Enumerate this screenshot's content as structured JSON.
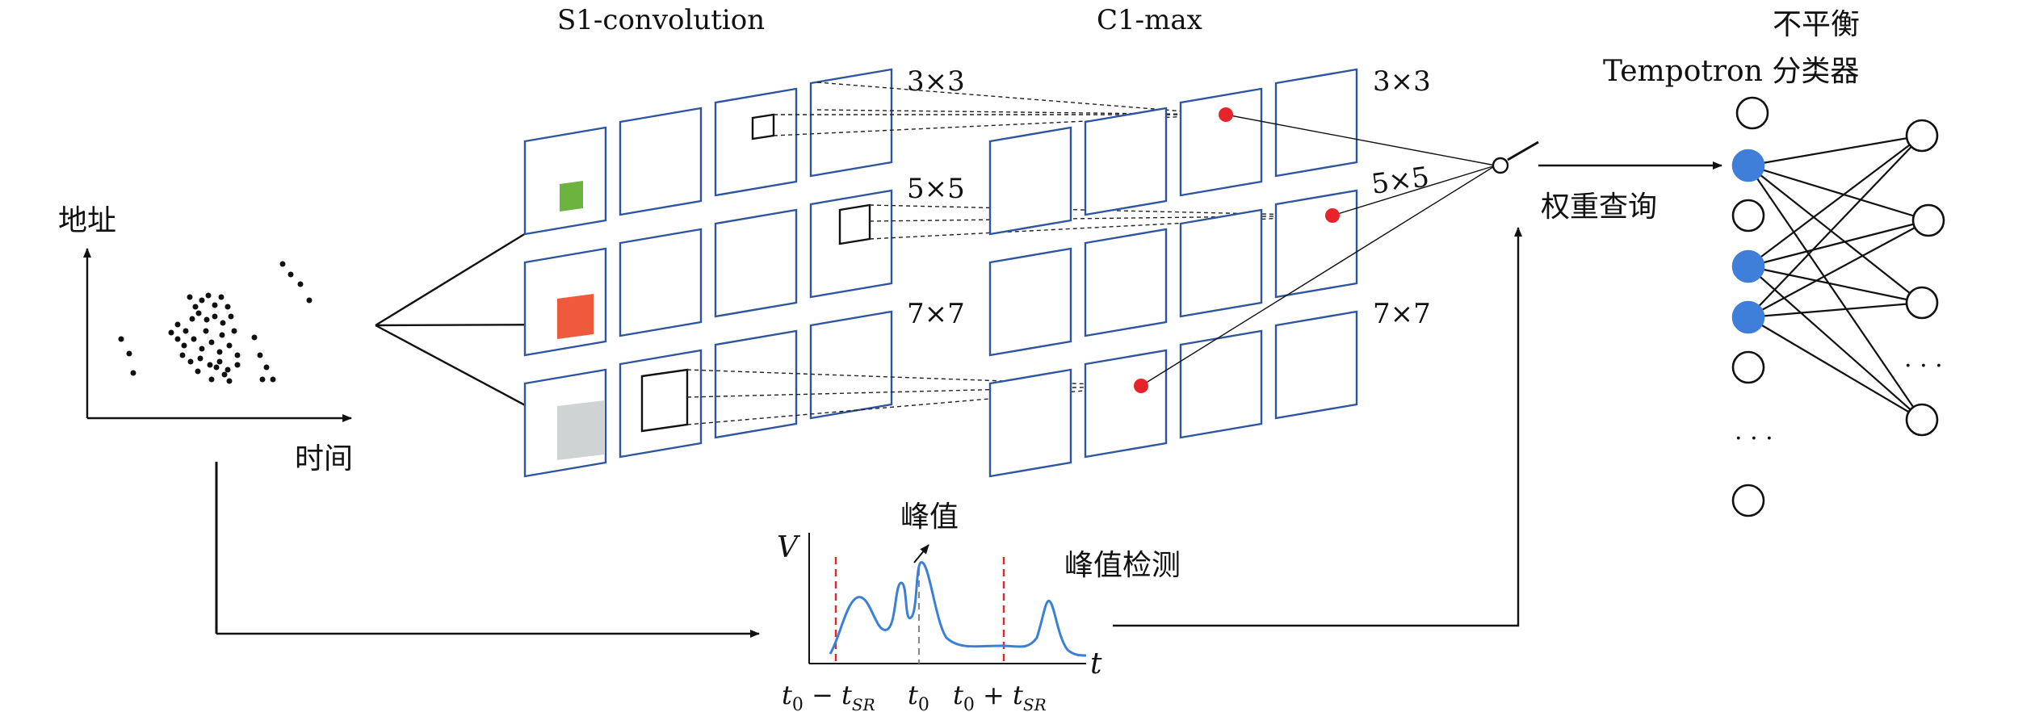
{
  "raster": {
    "y_label": "地址",
    "x_label": "时间"
  },
  "s1": {
    "title": "S1-convolution",
    "feature_colors": [
      "#6db33f",
      "#f05a3c",
      "#cfd3d3"
    ]
  },
  "c1": {
    "title": "C1-max",
    "peak_color": "#e8242b"
  },
  "scales": [
    "3×3",
    "5×5",
    "7×7"
  ],
  "scales_c1": [
    "3×3",
    "5×5",
    "7×7"
  ],
  "weight_lookup": "权重查询",
  "classifier": {
    "title_line1": "不平衡",
    "title_line2": "Tempotron 分类器",
    "active_color": "#3f7fd9",
    "input_ellipsis": "· · ·",
    "output_ellipsis": "· · ·"
  },
  "peak_detection": {
    "title": "峰值检测",
    "peak_label": "峰值",
    "axis_v": "V",
    "axis_t": "t",
    "tick_left": "t0 − tSR",
    "tick_mid": "t0",
    "tick_right": "t0 + tSR",
    "curve_color": "#3b7fd6",
    "window_color": "#e8242b"
  }
}
